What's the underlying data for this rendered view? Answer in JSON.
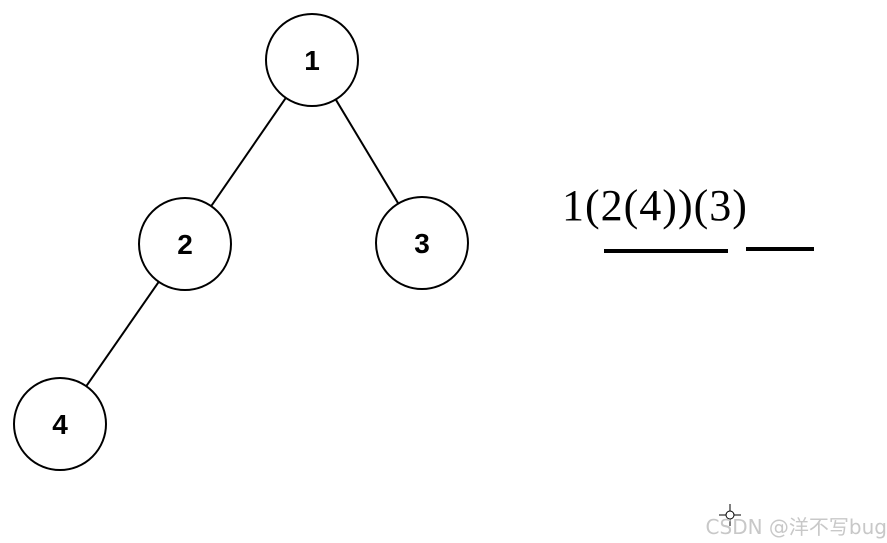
{
  "tree": {
    "nodes": [
      {
        "id": "1",
        "label": "1"
      },
      {
        "id": "2",
        "label": "2"
      },
      {
        "id": "3",
        "label": "3"
      },
      {
        "id": "4",
        "label": "4"
      }
    ],
    "edges": [
      {
        "from": "1",
        "to": "2"
      },
      {
        "from": "1",
        "to": "3"
      },
      {
        "from": "2",
        "to": "4"
      }
    ]
  },
  "expression": {
    "text": "1(2(4))(3)"
  },
  "watermark": {
    "text": "CSDN @洋不写bug"
  },
  "icons": {
    "cursor": "crosshair-cursor-icon"
  }
}
